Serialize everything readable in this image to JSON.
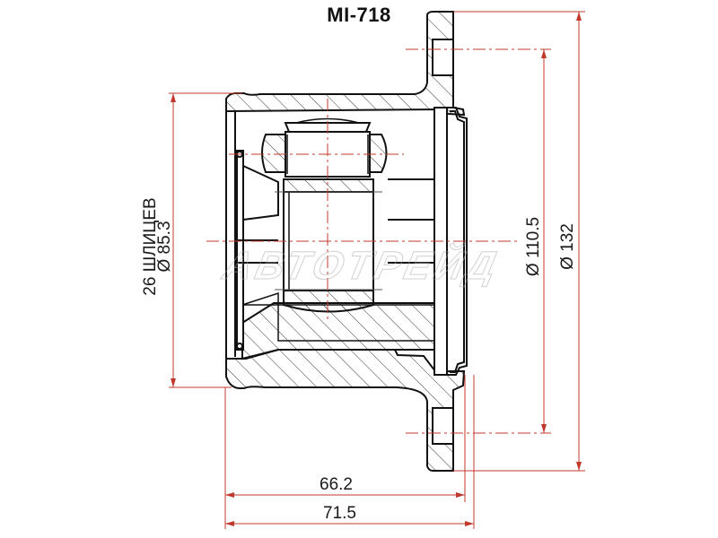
{
  "title": "MI-718",
  "watermark": "АВТОТРЕЙД",
  "dimensions": {
    "splines_label": "26 ШЛИЦЕВ",
    "inner_diameter": "Ø 85.3",
    "bolt_circle_diameter": "Ø 110.5",
    "outer_diameter": "Ø 132",
    "length_inner": "66.2",
    "length_total": "71.5"
  },
  "colors": {
    "outline": "#111111",
    "dimension_line": "#c0392b",
    "center_line": "#c0392b",
    "hatch": "#222222",
    "background": "#ffffff"
  }
}
